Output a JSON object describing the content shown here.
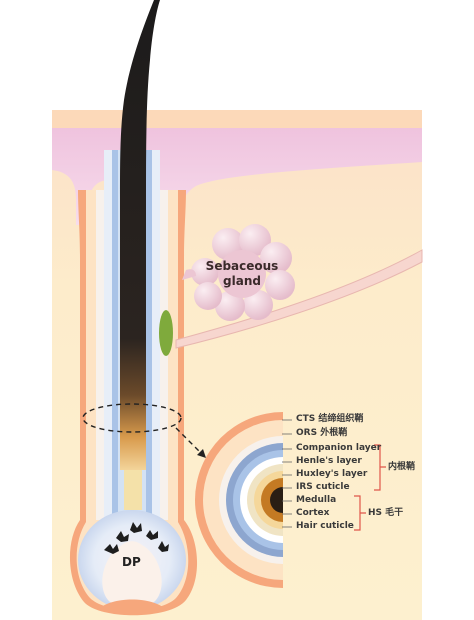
{
  "colors": {
    "skin": "#fdeec8",
    "epidermis": "#fbd7b2",
    "pink_band": "#e9b7d9",
    "outer_sheath": "#f6a77c",
    "ors": "#fad7b6",
    "irs_blue": "#a9c3e7",
    "hair": "#1f1e1e",
    "gland": "#efd2dc",
    "muscle_green": "#7faa3c",
    "bracket": "#e0564a"
  },
  "gland_label": "Sebaceous gland",
  "dp_label": "DP",
  "layers": [
    "CTS 结缔组织鞘",
    "ORS 外根鞘",
    "Companion layer",
    "Henle's layer",
    "Huxley's layer",
    "IRS cuticle",
    "Medulla",
    "Cortex",
    "Hair cuticle"
  ],
  "groups": {
    "irs": "内根鞘",
    "hs": "HS 毛干"
  }
}
